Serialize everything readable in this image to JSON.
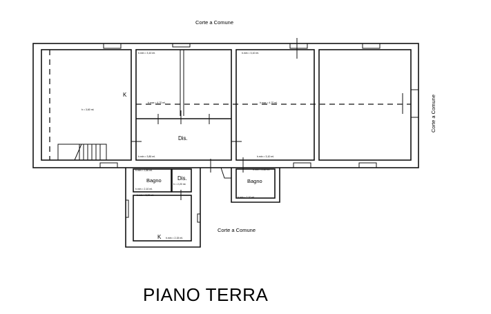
{
  "labels": {
    "court_top": "Corte a Comune",
    "court_right": "Corte a Comune",
    "court_bottom": "Corte a Comune",
    "title": "PIANO TERRA",
    "dis_main": "Dis.",
    "dis_small": "Dis.",
    "bagno_left": "Bagno",
    "bagno_right": "Bagno",
    "k_left": "K",
    "k_bottom": "K"
  },
  "heights": {
    "left_room": "h = 3,60 ml.",
    "mid_top": "h.min = 3,10 ml.",
    "mid_max": "h.max = 4,70 ml.",
    "mid_bottom": "h.min = 3,80 ml.",
    "right_top": "h.min = 3,10 ml.",
    "right_max": "h.max = 4,70 ml.",
    "right_bottom": "h.min = 3,10 ml.",
    "bagno_left_top": "h.min = 2,80 ml.",
    "bagno_left_bottom": "h.min = 2,10 ml.",
    "dis_small": "h = 2,20 ml.",
    "kitchen_top": "h.min = 3,00 ml.",
    "kitchen_bottom": "h.min = 2,15 ml.",
    "bagno_right_top": "h.min = 2,60 ml.",
    "bagno_right_bottom": "h.min = 2,10 ml."
  }
}
